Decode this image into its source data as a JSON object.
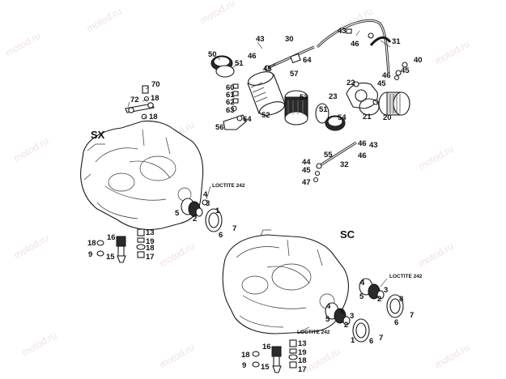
{
  "watermark": "motod.ru",
  "sections": {
    "left": "SX",
    "right": "SC"
  },
  "notes": {
    "loctite_a": "LOCTITE 242",
    "loctite_b": "LOCTITE 242",
    "loctite_c": "LOCTITE 242"
  },
  "callouts": {
    "c70": "70",
    "c72": "72",
    "c18a": "18",
    "c18b": "18",
    "c50": "50",
    "c51a": "51",
    "c60": "60",
    "c61": "61",
    "c62": "62",
    "c63": "63",
    "c64a": "64",
    "c56": "56",
    "c52": "52",
    "c53": "53",
    "c43a": "43",
    "c46a": "46",
    "c45a": "45",
    "c30": "30",
    "c64b": "64",
    "c57": "57",
    "c43b": "43",
    "c46b": "46",
    "c31": "31",
    "c40": "40",
    "c45b": "45",
    "c46c": "46",
    "c45c": "45",
    "c22": "22",
    "c23": "23",
    "c51b": "51",
    "c21": "21",
    "c20": "20",
    "c54": "54",
    "c55": "55",
    "c46d": "46",
    "c43c": "43",
    "c46e": "46",
    "c44": "44",
    "c45d": "45",
    "c32": "32",
    "c47": "47",
    "l4": "4",
    "l3": "3",
    "l5": "5",
    "l2": "2",
    "l1": "1",
    "l6": "6",
    "l7": "7",
    "l18": "18",
    "l16": "16",
    "l13": "13",
    "l19": "19",
    "l9": "9",
    "l15": "15",
    "l18b": "18",
    "l17": "17",
    "r4a": "4",
    "r5a": "5",
    "r3a": "3",
    "r2a": "2",
    "r8": "8",
    "r7a": "7",
    "r4b": "4",
    "r5b": "5",
    "r3b": "3",
    "r6a": "6",
    "r2b": "2",
    "r6b": "6",
    "r1": "1",
    "r7b": "7",
    "r6c": "6",
    "r18": "18",
    "r13": "13",
    "r16": "16",
    "r19": "19",
    "r9": "9",
    "r15": "15",
    "r18b": "18",
    "r17": "17"
  }
}
